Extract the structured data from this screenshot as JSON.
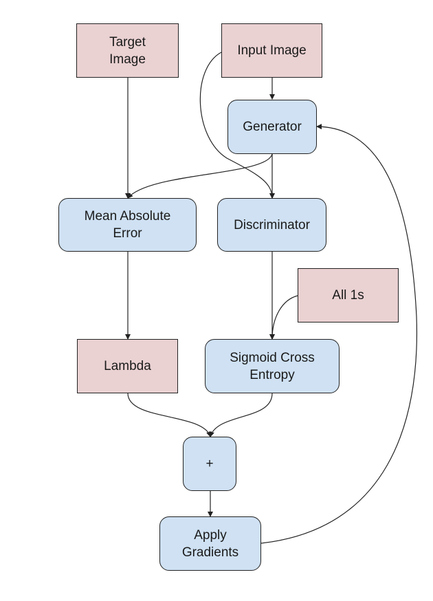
{
  "diagram": {
    "colors": {
      "input_fill": "#ead1d2",
      "process_fill": "#cfe1f3",
      "stroke": "#222222"
    },
    "nodes": {
      "target_image": "Target\nImage",
      "input_image": "Input Image",
      "generator": "Generator",
      "mean_absolute_error": "Mean Absolute\nError",
      "discriminator": "Discriminator",
      "all_ones": "All 1s",
      "lambda": "Lambda",
      "sigmoid_cross_entropy": "Sigmoid Cross\nEntropy",
      "sum": "+",
      "apply_gradients": "Apply\nGradients"
    },
    "edges": [
      {
        "from": "target_image",
        "to": "mean_absolute_error"
      },
      {
        "from": "input_image",
        "to": "generator"
      },
      {
        "from": "input_image",
        "to": "discriminator"
      },
      {
        "from": "generator",
        "to": "mean_absolute_error"
      },
      {
        "from": "generator",
        "to": "discriminator"
      },
      {
        "from": "mean_absolute_error",
        "to": "lambda"
      },
      {
        "from": "discriminator",
        "to": "sigmoid_cross_entropy"
      },
      {
        "from": "all_ones",
        "to": "sigmoid_cross_entropy"
      },
      {
        "from": "lambda",
        "to": "sum"
      },
      {
        "from": "sigmoid_cross_entropy",
        "to": "sum"
      },
      {
        "from": "sum",
        "to": "apply_gradients"
      },
      {
        "from": "apply_gradients",
        "to": "generator"
      }
    ]
  }
}
